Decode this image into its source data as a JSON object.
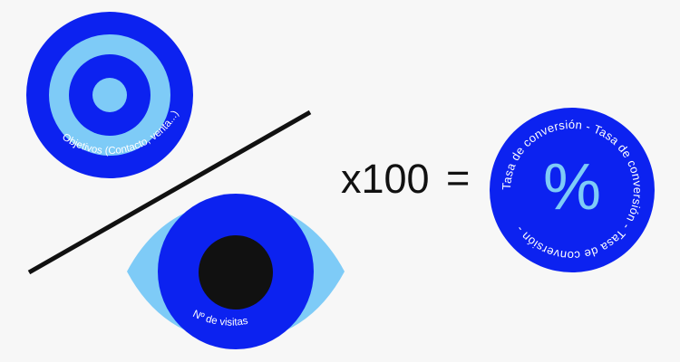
{
  "colors": {
    "background": "#f7f7f7",
    "primary_blue": "#0c22f0",
    "light_blue": "#7ecbf7",
    "dark": "#111111",
    "text_on_blue": "#ffffff"
  },
  "numerator": {
    "icon": "target-icon",
    "label": "Objetivos (Contacto, venta...)"
  },
  "denominator": {
    "icon": "eye-icon",
    "label": "Nº de visitas"
  },
  "formula": {
    "multiplier": "x100",
    "equals": "="
  },
  "result": {
    "icon": "percent-icon",
    "symbol": "%",
    "ring_text": "Tasa de conversión - Tasa de conversión - Tasa de conversión - "
  }
}
